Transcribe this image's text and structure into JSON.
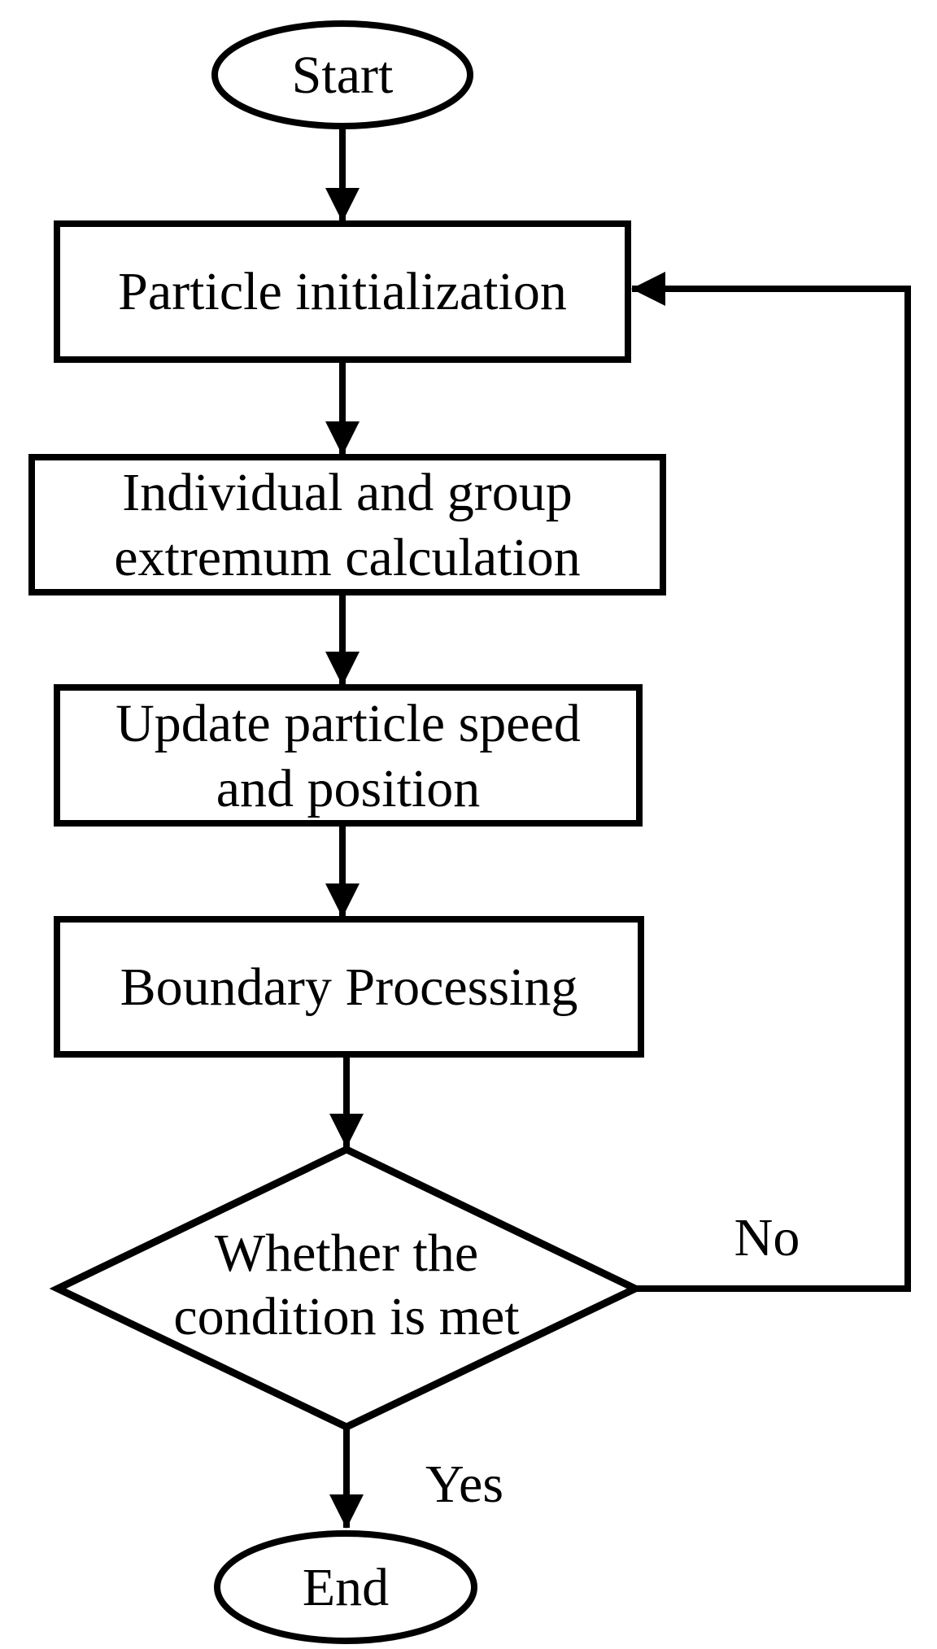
{
  "flowchart": {
    "background_color": "#ffffff",
    "stroke_color": "#000000",
    "text_color": "#000000",
    "nodes": {
      "start": {
        "label": "Start"
      },
      "particle_initialization": {
        "label": "Particle initialization"
      },
      "extremum_calculation": {
        "line1": "Individual and group",
        "line2": "extremum calculation"
      },
      "update_speed_position": {
        "line1": "Update particle speed",
        "line2": "and position"
      },
      "boundary_processing": {
        "label": "Boundary Processing"
      },
      "condition": {
        "line1": "Whether the",
        "line2": "condition is met"
      },
      "end": {
        "label": "End"
      }
    },
    "edge_labels": {
      "yes": "Yes",
      "no": "No"
    }
  }
}
